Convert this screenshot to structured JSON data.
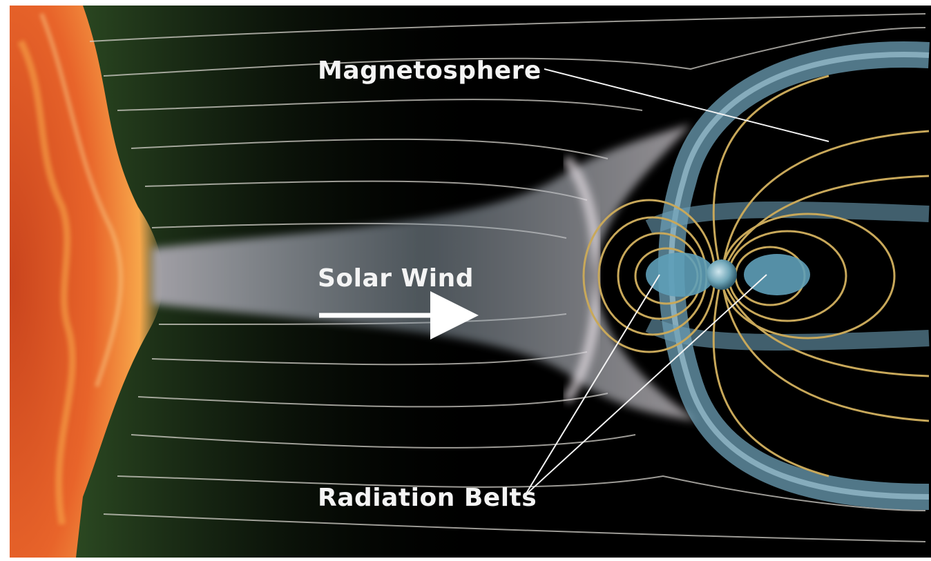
{
  "labels": {
    "magnetosphere": "Magnetosphere",
    "solar_wind": "Solar Wind",
    "radiation_belts": "Radiation Belts"
  },
  "colors": {
    "background": "#000000",
    "sun": "#e8642a",
    "sun_highlight": "#f7a64a",
    "plasma_green": "#4f7a3a",
    "plasma_pale": "#c9c4c8",
    "magnetosphere_blue": "#5e8fa6",
    "field_lines": "#c8a85a",
    "earth": "#6fa6b8",
    "label_text": "#f4f4f4",
    "arrow": "#ffffff"
  }
}
